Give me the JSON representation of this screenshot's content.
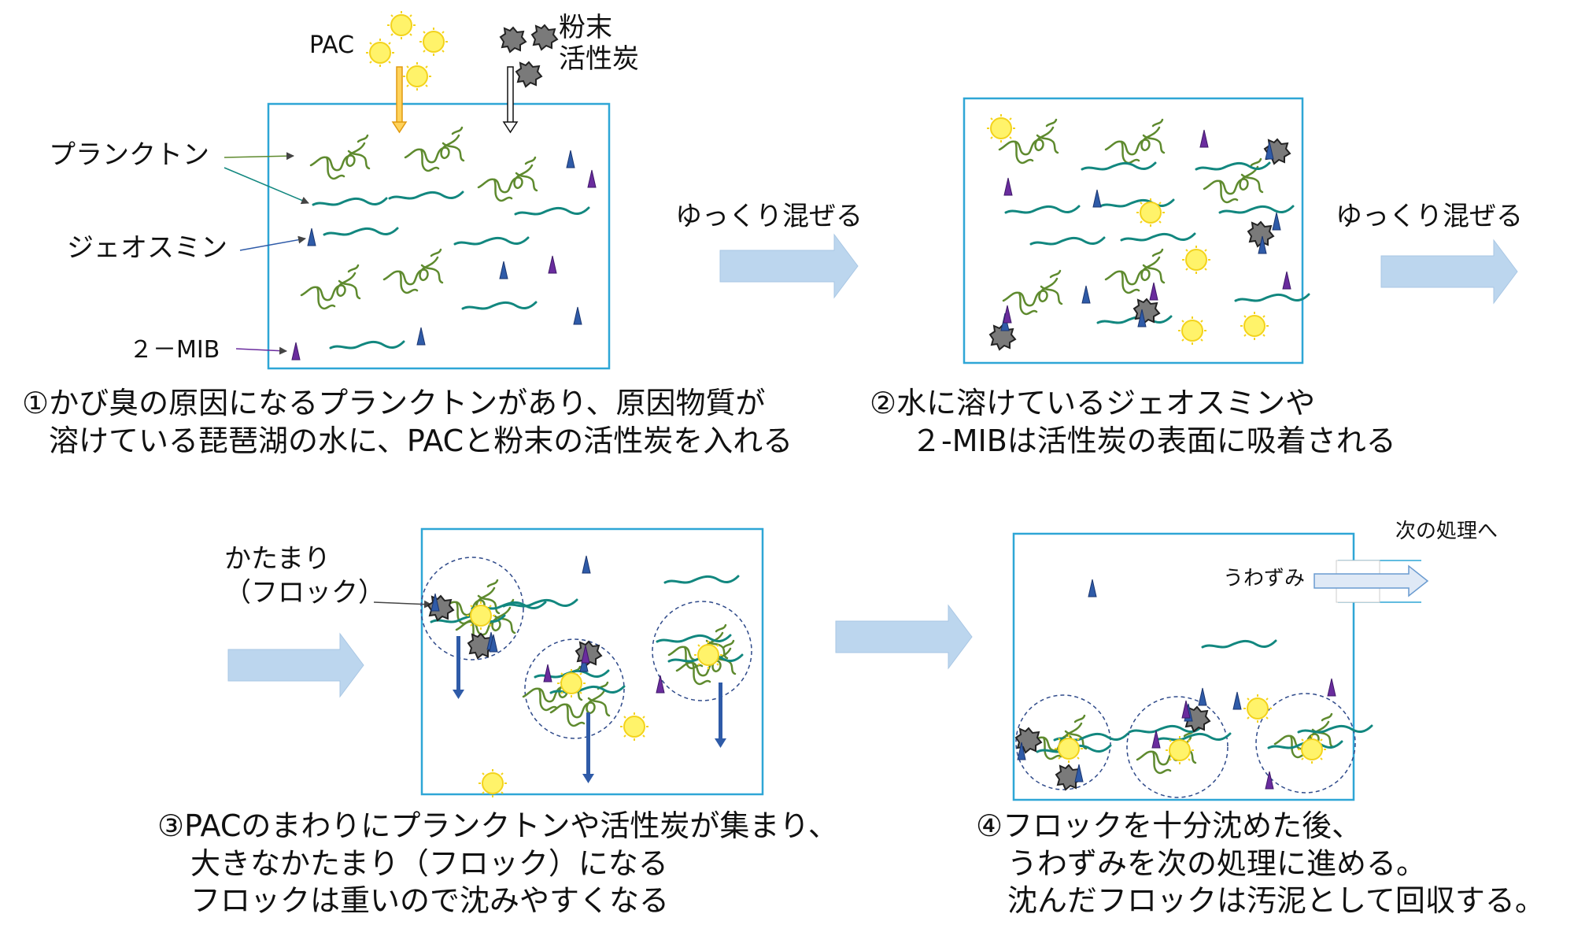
{
  "colors": {
    "tank_border": "#2ea6d6",
    "plankton_green": "#5e8a2e",
    "plankton_teal": "#12877f",
    "geosmin_blue": "#2f5ba8",
    "mib_purple": "#6a2c9e",
    "pac_yellow": "#fff36a",
    "pac_outline": "#f3d31d",
    "carbon_gray": "#7a7a7a",
    "process_arrow": "#bcd6ee",
    "sink_arrow": "#2f5ba8",
    "floc_ring": "#2f4a8a"
  },
  "panel1": {
    "pac_label": "PAC",
    "carbon_label_line1": "粉末",
    "carbon_label_line2": "活性炭",
    "plankton_label": "プランクトン",
    "geosmin_label": "ジェオスミン",
    "mib_label": "２－MIB",
    "caption_line1": "①かび臭の原因になるプランクトンがあり、原因物質が",
    "caption_line2": "溶けている琵琶湖の水に、PACと粉末の活性炭を入れる"
  },
  "arrow1": {
    "label": "ゆっくり混ぜる"
  },
  "panel2": {
    "caption_line1": "②水に溶けているジェオスミンや",
    "caption_line2": "２-MIBは活性炭の表面に吸着される"
  },
  "arrow2": {
    "label": "ゆっくり混ぜる"
  },
  "panel3": {
    "floc_label_line1": "かたまり",
    "floc_label_line2": "（フロック）",
    "caption_line1": "③PACのまわりにプランクトンや活性炭が集まり、",
    "caption_line2": "大きなかたまり（フロック）になる",
    "caption_line3": "フロックは重いので沈みやすくなる"
  },
  "panel4": {
    "supernatant_label": "うわずみ",
    "next_process_label": "次の処理へ",
    "caption_line1": "④フロックを十分沈めた後、",
    "caption_line2": "うわずみを次の処理に進める。",
    "caption_line3": "沈んだフロックは汚泥として回収する。"
  }
}
